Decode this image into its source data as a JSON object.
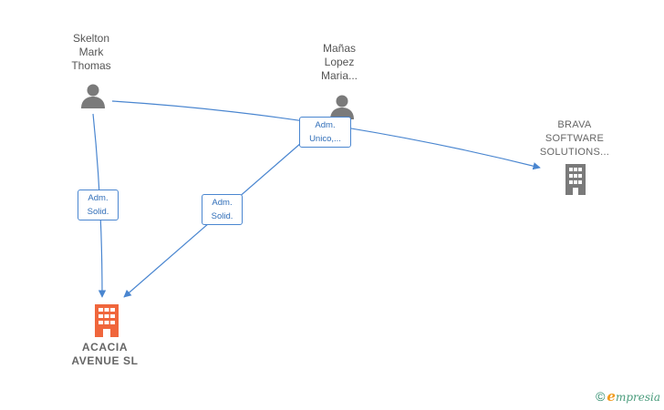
{
  "nodes": {
    "skelton": {
      "label": "Skelton\nMark\nThomas"
    },
    "manas": {
      "label": "Mañas\nLopez\nMaria..."
    },
    "brava": {
      "label": "BRAVA\nSOFTWARE\nSOLUTIONS..."
    },
    "acacia": {
      "label": "ACACIA\nAVENUE  SL"
    }
  },
  "edges": {
    "skelton_acacia": {
      "label": "Adm.\nSolid."
    },
    "manas_acacia": {
      "label": "Adm.\nSolid."
    },
    "skelton_brava": {
      "label": "Adm.\nUnico,..."
    }
  },
  "footer": {
    "copyright": "©",
    "brand_e": "e",
    "brand_rest": "mpresia"
  },
  "colors": {
    "edge": "#4a86d0",
    "person_icon": "#7a7a7a",
    "building_gray": "#7a7a7a",
    "building_focus": "#f0663c"
  }
}
